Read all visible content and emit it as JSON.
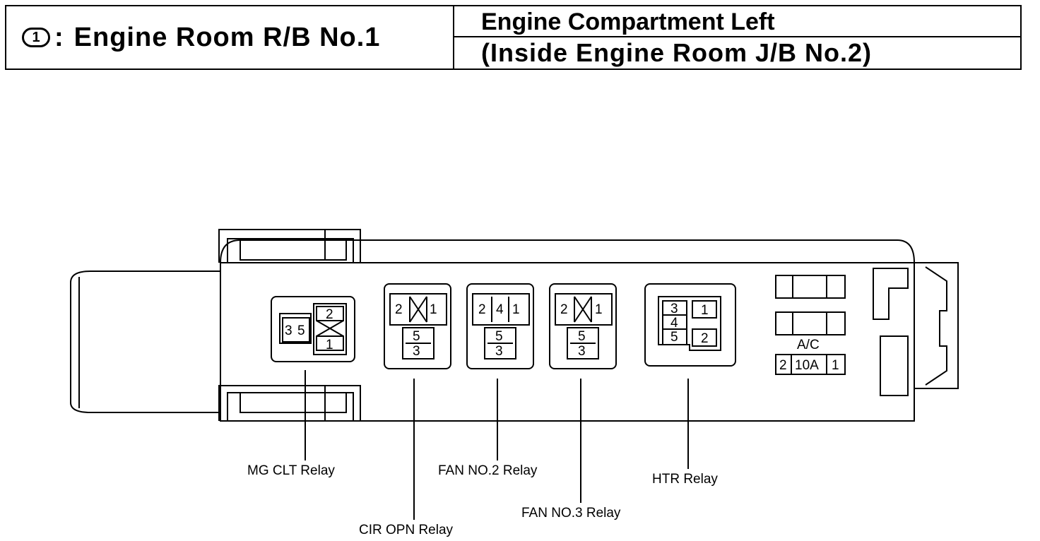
{
  "header": {
    "badge": "1",
    "colon": ":",
    "left_title": "Engine Room R/B No.1",
    "right_line1": "Engine Compartment Left",
    "right_line2": "(Inside Engine Room J/B No.2)"
  },
  "relays": [
    {
      "id": "mg_clt",
      "label": "MG CLT Relay",
      "pins": [
        "3",
        "5",
        "2",
        "1"
      ]
    },
    {
      "id": "cir_opn",
      "label": "CIR OPN Relay",
      "pins": [
        "2",
        "1",
        "5",
        "3"
      ]
    },
    {
      "id": "fan_no2",
      "label": "FAN NO.2 Relay",
      "pins": [
        "2",
        "4",
        "1",
        "5",
        "3"
      ]
    },
    {
      "id": "fan_no3",
      "label": "FAN NO.3 Relay",
      "pins": [
        "2",
        "1",
        "5",
        "3"
      ]
    },
    {
      "id": "htr",
      "label": "HTR Relay",
      "pins": [
        "3",
        "4",
        "5",
        "1",
        "2"
      ]
    }
  ],
  "fuse": {
    "name": "A/C",
    "rating": "10A",
    "pin_left": "2",
    "pin_right": "1"
  }
}
